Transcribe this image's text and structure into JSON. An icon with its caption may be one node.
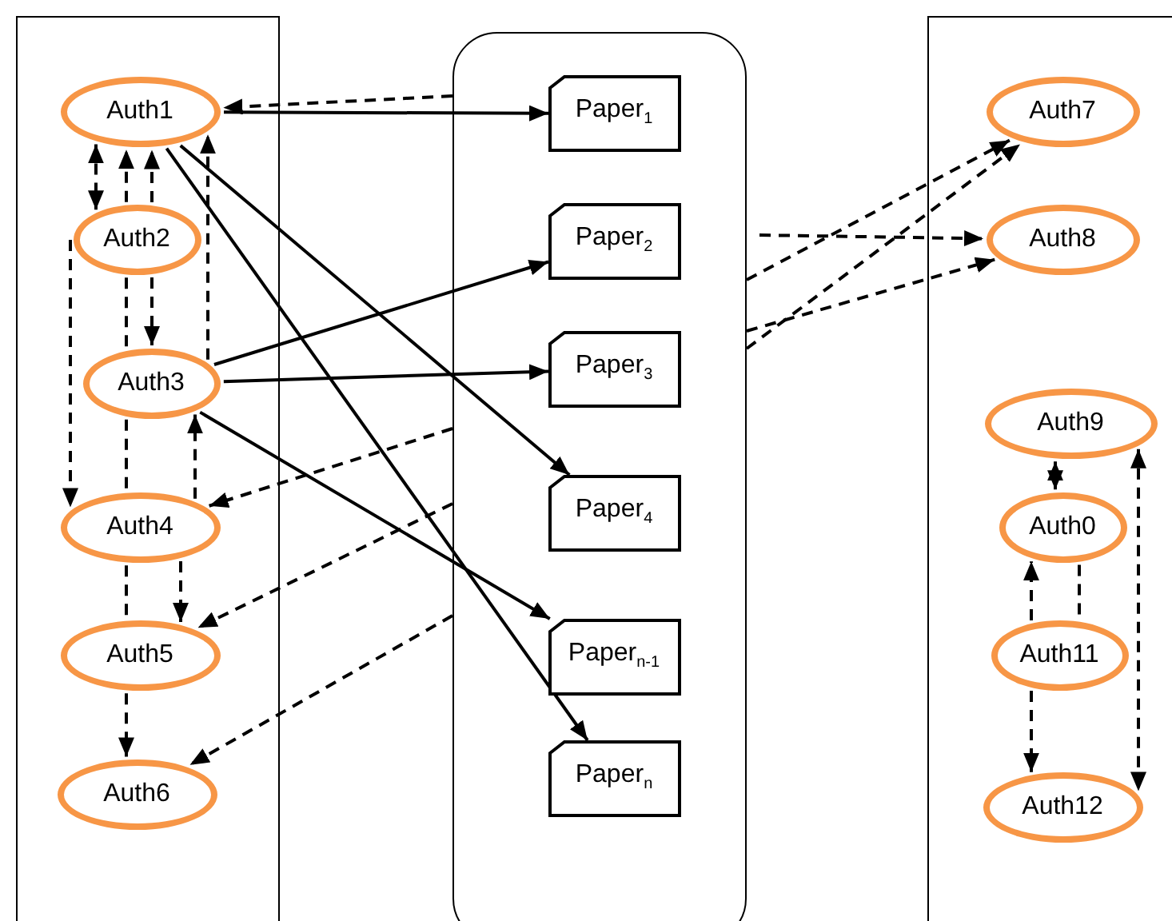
{
  "diagram": {
    "nodes": [
      {
        "text": [],
        "shape": "box"
      },
      {
        "text": [],
        "shape": "box"
      },
      {
        "text": [],
        "shape": "box"
      },
      {
        "text": [
          "Auth1"
        ],
        "in": 0
      },
      {
        "text": [
          "Auth2"
        ],
        "in": 0
      },
      {
        "text": [
          "Auth3"
        ],
        "in": 0
      },
      {
        "text": [
          "Auth4"
        ],
        "in": 0
      },
      {
        "text": [
          "Auth5"
        ],
        "in": 0
      },
      {
        "text": [
          "Auth6"
        ],
        "in": 0
      },
      {
        "text": [
          "Paper$_{1}$"
        ],
        "in": 1
      },
      {
        "text": [
          "Paper$_{2}$"
        ],
        "in": 1
      },
      {
        "text": [
          "Paper$_{3}$"
        ],
        "in": 1
      },
      {
        "text": [
          "Paper$_{4}$"
        ],
        "in": 1
      },
      {
        "text": [
          "Paper$_{n-1}$"
        ],
        "in": 1
      },
      {
        "text": [
          "Paper$_{n}$"
        ],
        "in": 1
      },
      {
        "text": [
          "Auth7"
        ],
        "in": 2
      },
      {
        "text": [
          "Auth8"
        ],
        "in": 2
      },
      {
        "text": [
          "Auth9"
        ],
        "in": 2
      },
      {
        "text": [
          "Auth0"
        ],
        "in": 2
      },
      {
        "text": [
          "Auth11"
        ],
        "in": 2
      },
      {
        "text": [
          "Auth12"
        ],
        "in": 2
      }
    ],
    "edges": [
      {
        "from": 3,
        "to": 9,
        "arrow": "to"
      },
      {
        "from": 3,
        "to": 12,
        "arrow": "to"
      },
      {
        "from": 3,
        "to": 14,
        "arrow": "to"
      },
      {
        "from": 5,
        "to": 10,
        "arrow": "to"
      },
      {
        "from": 5,
        "to": 11,
        "arrow": "to"
      },
      {
        "from": 5,
        "to": 13,
        "arrow": "to"
      },
      {
        "from": 1,
        "to": 3,
        "arrow": "to",
        "style": "dashed"
      },
      {
        "from": 1,
        "to": 6,
        "arrow": "to",
        "style": "dashed"
      },
      {
        "from": 1,
        "to": 7,
        "arrow": "to",
        "style": "dashed"
      },
      {
        "from": 1,
        "to": 8,
        "arrow": "to",
        "style": "dashed"
      },
      {
        "from": 1,
        "to": 16,
        "arrow": "to",
        "style": "dashed"
      },
      {
        "from": 1,
        "to": 15,
        "arrow": "to",
        "style": "dashed"
      },
      {
        "from": 1,
        "to": 16,
        "arrow": "to",
        "style": "dashed"
      },
      {
        "from": 1,
        "to": 15,
        "arrow": "to",
        "style": "dashed"
      },
      {
        "from": 3,
        "to": 4,
        "arrow": "both",
        "style": "dashed"
      },
      {
        "from": 4,
        "to": 3,
        "arrow": "to",
        "style": "dashed"
      },
      {
        "from": 4,
        "to": 3,
        "arrow": "to",
        "style": "dashed"
      },
      {
        "from": 5,
        "to": 3,
        "arrow": "to",
        "style": "dashed"
      },
      {
        "from": 4,
        "to": 5,
        "arrow": "to",
        "style": "dashed"
      },
      {
        "from": 4,
        "to": 6,
        "arrow": "to",
        "style": "dashed"
      },
      {
        "from": 4,
        "to": 5,
        "arrow": "none",
        "style": "dashed"
      },
      {
        "from": 5,
        "to": 6,
        "arrow": "none",
        "style": "dashed"
      },
      {
        "from": 6,
        "to": 7,
        "arrow": "none",
        "style": "dashed"
      },
      {
        "from": 7,
        "to": 8,
        "arrow": "to",
        "style": "dashed"
      },
      {
        "from": 6,
        "to": 5,
        "arrow": "to",
        "style": "dashed"
      },
      {
        "from": 6,
        "to": 7,
        "arrow": "to",
        "style": "dashed"
      },
      {
        "from": 17,
        "to": 18,
        "arrow": "both",
        "style": "dashed"
      },
      {
        "from": 17,
        "to": 20,
        "arrow": "both",
        "style": "dashed"
      },
      {
        "from": 19,
        "to": 18,
        "arrow": "to",
        "style": "dashed"
      },
      {
        "from": 19,
        "to": 20,
        "arrow": "to",
        "style": "dashed"
      },
      {
        "from": 18,
        "to": 19,
        "arrow": "none",
        "style": "dashed"
      }
    ]
  }
}
